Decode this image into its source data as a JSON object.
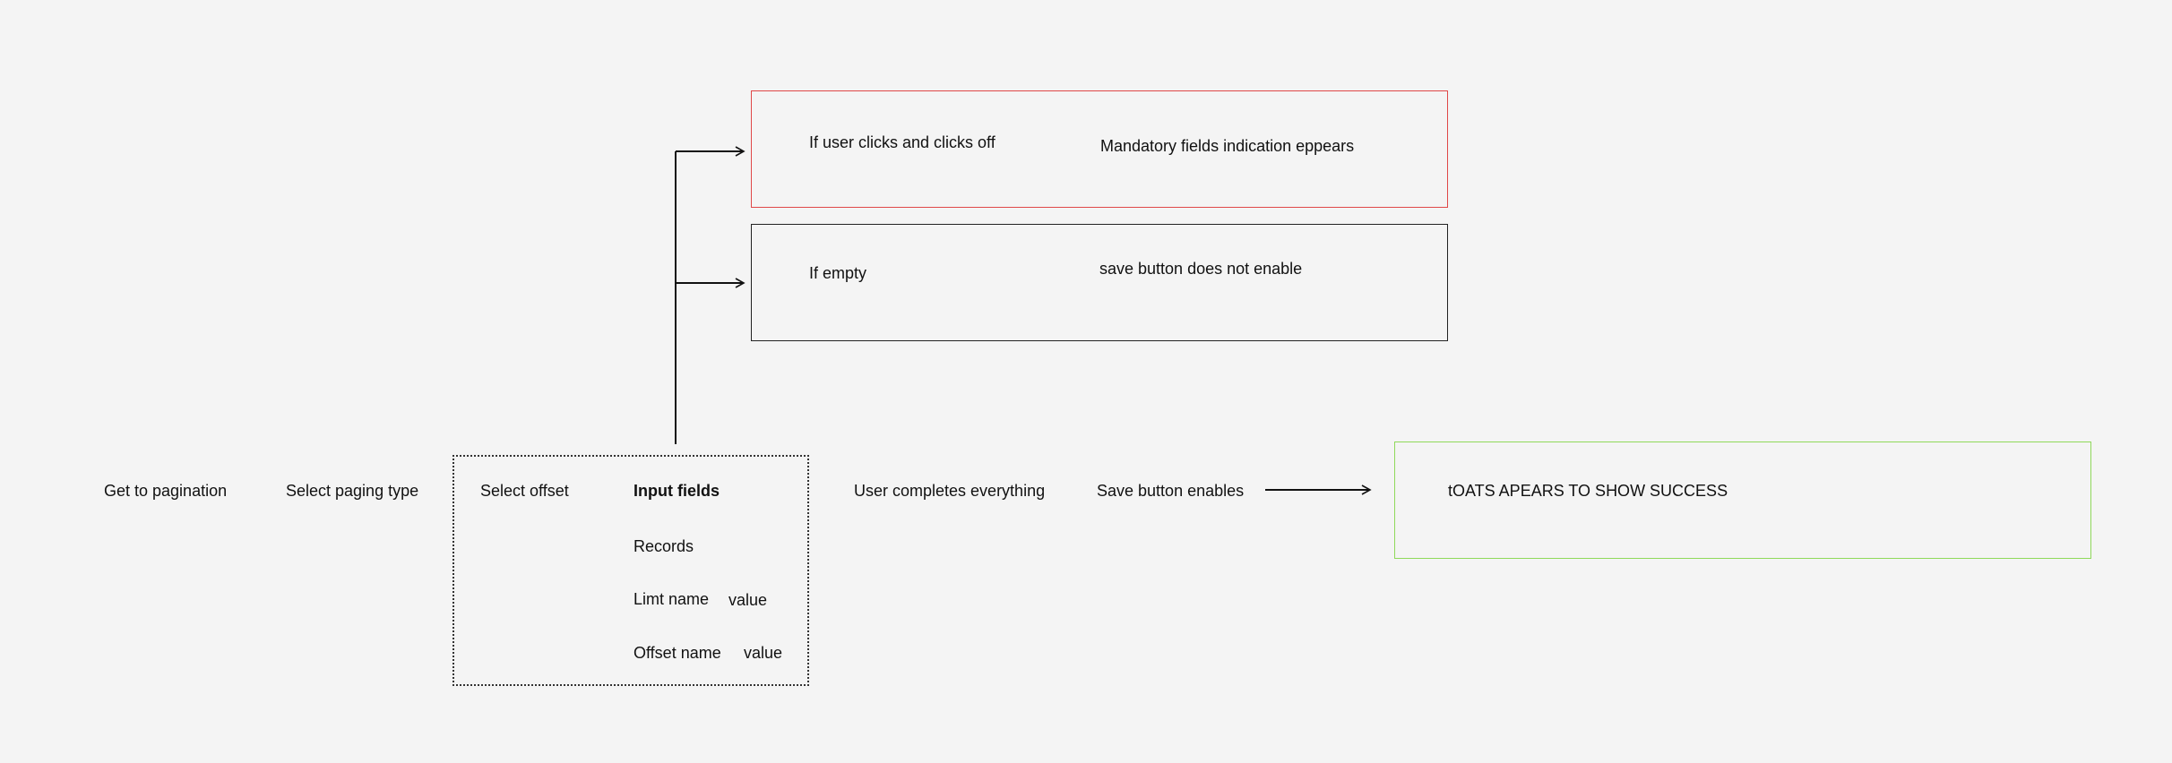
{
  "colors": {
    "background": "#f4f4f4",
    "error_box": "#e04848",
    "neutral_box": "#222222",
    "success_box": "#8fd95a",
    "text": "#111111"
  },
  "flow": {
    "step_1": "Get to pagination",
    "step_2": "Select paging type",
    "step_3": "Select offset",
    "input_group": {
      "title": "Input fields",
      "records": "Records",
      "limit_name": "Limt name",
      "limit_value": "value",
      "offset_name": "Offset name",
      "offset_value": "value"
    },
    "step_4": "User completes everything",
    "step_5": "Save button enables"
  },
  "branches": {
    "click_off": {
      "condition": "If user clicks and clicks off",
      "result": "Mandatory fields indication eppears"
    },
    "empty": {
      "condition": "If empty",
      "result": "save button does not enable"
    }
  },
  "outcome": {
    "label": "tOATS APEARS TO SHOW SUCCESS"
  }
}
